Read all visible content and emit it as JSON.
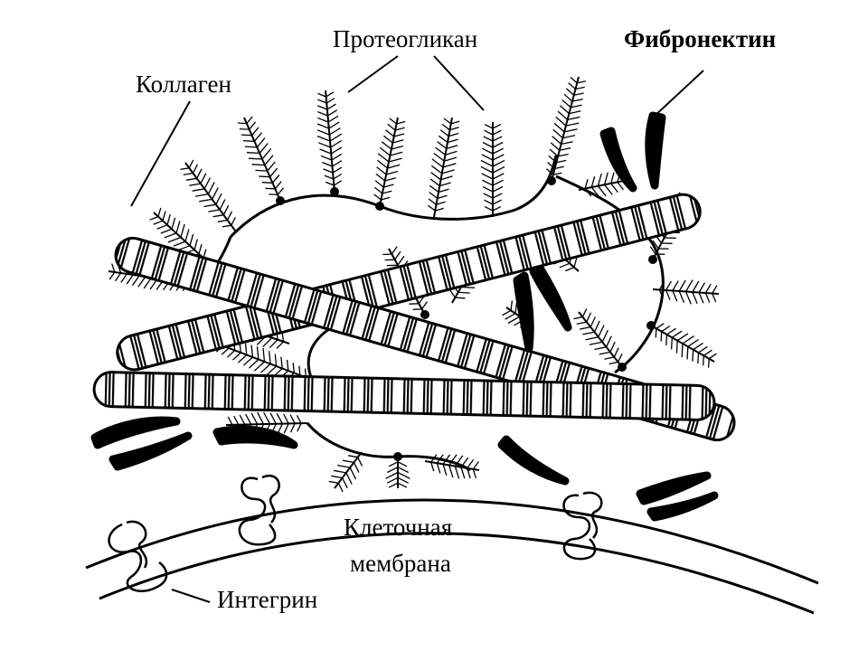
{
  "labels": {
    "proteoglycan": "Протеогликан",
    "fibronectin": "Фибронектин",
    "collagen": "Коллаген",
    "cell_membrane_line1": "Клеточная",
    "cell_membrane_line2": "мембрана",
    "integrin": "Интегрин"
  },
  "colors": {
    "ink": "#000000",
    "paper": "#ffffff"
  },
  "icons": {
    "collagen_fiber": "striped-cylinder",
    "proteoglycan": "bottlebrush-branch",
    "fibronectin": "dark-elongated-blob",
    "integrin": "s-shaped-loop-protein"
  }
}
